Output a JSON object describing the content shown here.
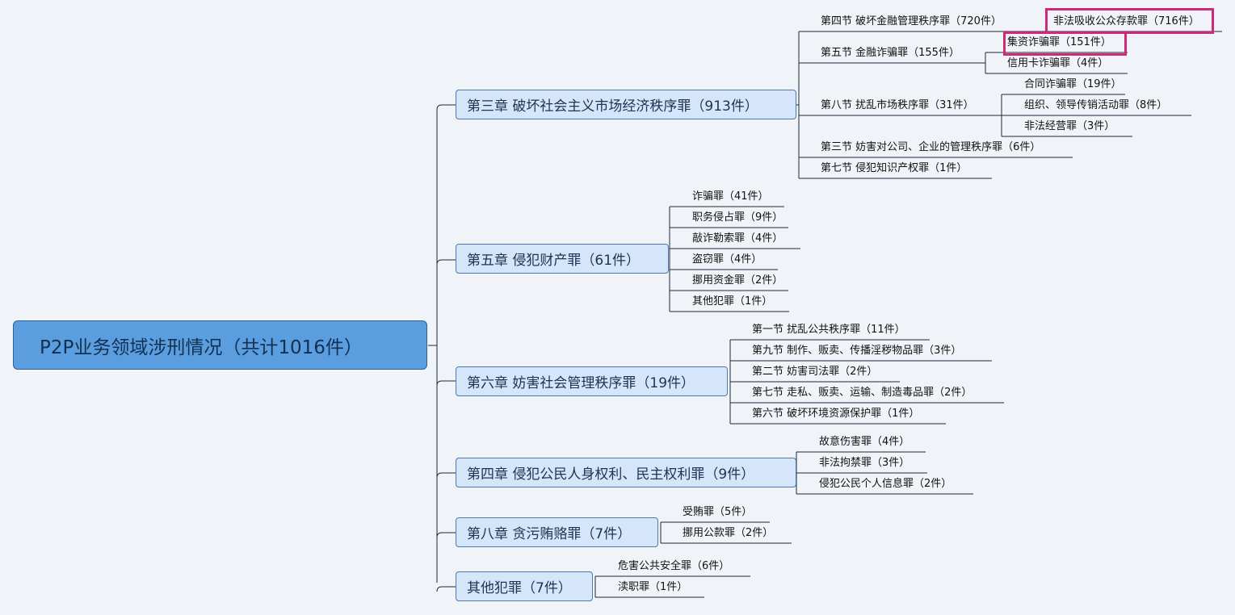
{
  "root": {
    "label": "P2P业务领域涉刑情况（共计1016件）"
  },
  "chapters": [
    {
      "label": "第三章 破坏社会主义市场经济秩序罪（913件）",
      "items": [
        {
          "label": "第四节 破坏金融管理秩序罪（720件）",
          "children": [
            "非法吸收公众存款罪（716件）"
          ]
        },
        {
          "label": "第五节 金融诈骗罪（155件）",
          "children": [
            "集资诈骗罪（151件）",
            "信用卡诈骗罪（4件）"
          ]
        },
        {
          "label": "第八节 扰乱市场秩序罪（31件）",
          "children": [
            "合同诈骗罪（19件）",
            "组织、领导传销活动罪（8件）",
            "非法经营罪（3件）"
          ]
        },
        {
          "label": "第三节 妨害对公司、企业的管理秩序罪（6件）",
          "children": []
        },
        {
          "label": "第七节 侵犯知识产权罪（1件）",
          "children": []
        }
      ]
    },
    {
      "label": "第五章 侵犯财产罪（61件）",
      "items": [
        {
          "label": "诈骗罪（41件）"
        },
        {
          "label": "职务侵占罪（9件）"
        },
        {
          "label": "敲诈勒索罪（4件）"
        },
        {
          "label": "盗窃罪（4件）"
        },
        {
          "label": "挪用资金罪（2件）"
        },
        {
          "label": "其他犯罪（1件）"
        }
      ]
    },
    {
      "label": "第六章 妨害社会管理秩序罪（19件）",
      "items": [
        {
          "label": "第一节 扰乱公共秩序罪（11件）"
        },
        {
          "label": "第九节 制作、贩卖、传播淫秽物品罪（3件）"
        },
        {
          "label": "第二节 妨害司法罪（2件）"
        },
        {
          "label": "第七节 走私、贩卖、运输、制造毒品罪（2件）"
        },
        {
          "label": "第六节 破坏环境资源保护罪（1件）"
        }
      ]
    },
    {
      "label": "第四章 侵犯公民人身权利、民主权利罪（9件）",
      "items": [
        {
          "label": "故意伤害罪（4件）"
        },
        {
          "label": "非法拘禁罪（3件）"
        },
        {
          "label": "侵犯公民个人信息罪（2件）"
        }
      ]
    },
    {
      "label": "第八章 贪污贿赂罪（7件）",
      "items": [
        {
          "label": "受贿罪（5件）"
        },
        {
          "label": "挪用公款罪（2件）"
        }
      ]
    },
    {
      "label": "其他犯罪（7件）",
      "items": [
        {
          "label": "危害公共安全罪（6件）"
        },
        {
          "label": "渎职罪（1件）"
        }
      ]
    }
  ],
  "colors": {
    "highlight": "#cf2a7a",
    "root_fill": "#5b9ee0",
    "chapter_fill": "#d5e5fa"
  }
}
